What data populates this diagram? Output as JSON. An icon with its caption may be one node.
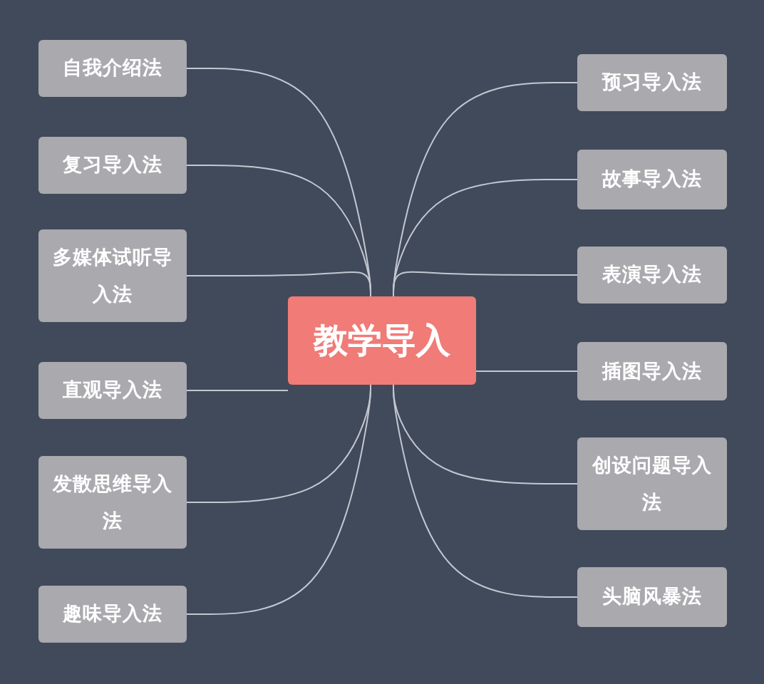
{
  "diagram": {
    "nodes": [
      {
        "text": [
          "教学导入"
        ]
      },
      {
        "text": [
          "自我介绍法"
        ]
      },
      {
        "text": [
          "复习导入法"
        ]
      },
      {
        "text": [
          "多媒体试听导入法"
        ]
      },
      {
        "text": [
          "直观导入法"
        ]
      },
      {
        "text": [
          "发散思维导入法"
        ]
      },
      {
        "text": [
          "趣味导入法"
        ]
      },
      {
        "text": [
          "预习导入法"
        ]
      },
      {
        "text": [
          "故事导入法"
        ]
      },
      {
        "text": [
          "表演导入法"
        ]
      },
      {
        "text": [
          "插图导入法"
        ]
      },
      {
        "text": [
          "创设问题导入法"
        ]
      },
      {
        "text": [
          "头脑风暴法"
        ]
      }
    ],
    "edges": [
      {
        "from": 0,
        "to": 1,
        "arrow": "none"
      },
      {
        "from": 0,
        "to": 2,
        "arrow": "none"
      },
      {
        "from": 0,
        "to": 3,
        "arrow": "none"
      },
      {
        "from": 0,
        "to": 4,
        "arrow": "none"
      },
      {
        "from": 0,
        "to": 5,
        "arrow": "none"
      },
      {
        "from": 0,
        "to": 6,
        "arrow": "none"
      },
      {
        "from": 0,
        "to": 7,
        "arrow": "none"
      },
      {
        "from": 0,
        "to": 8,
        "arrow": "none"
      },
      {
        "from": 0,
        "to": 9,
        "arrow": "none"
      },
      {
        "from": 0,
        "to": 10,
        "arrow": "none"
      },
      {
        "from": 0,
        "to": 11,
        "arrow": "none"
      },
      {
        "from": 0,
        "to": 12,
        "arrow": "none"
      }
    ]
  }
}
